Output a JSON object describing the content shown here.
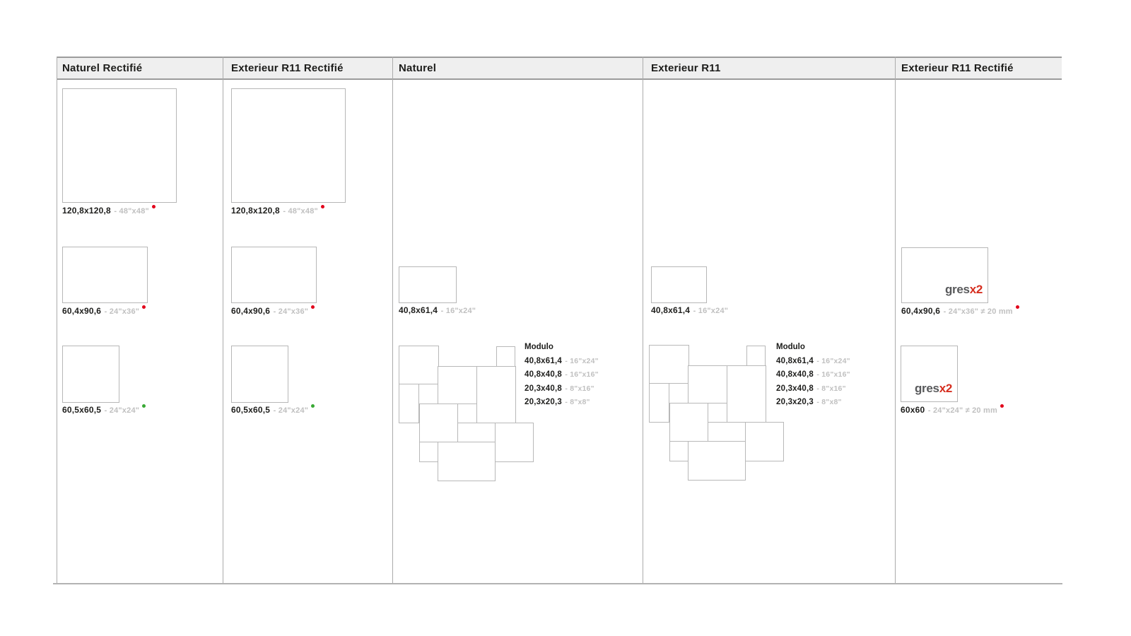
{
  "columns": [
    {
      "header": "Naturel Rectifié",
      "tiles": [
        {
          "size_cm": "120,8x120,8",
          "size_in": "- 48\"x48\"",
          "dot": "red"
        },
        {
          "size_cm": "60,4x90,6",
          "size_in": "- 24\"x36\"",
          "dot": "red"
        },
        {
          "size_cm": "60,5x60,5",
          "size_in": "- 24\"x24\"",
          "dot": "green"
        }
      ]
    },
    {
      "header": "Exterieur R11 Rectifié",
      "tiles": [
        {
          "size_cm": "120,8x120,8",
          "size_in": "- 48\"x48\"",
          "dot": "red"
        },
        {
          "size_cm": "60,4x90,6",
          "size_in": "- 24\"x36\"",
          "dot": "red"
        },
        {
          "size_cm": "60,5x60,5",
          "size_in": "- 24\"x24\"",
          "dot": "green"
        }
      ]
    },
    {
      "header": "Naturel",
      "tiles": [
        {
          "size_cm": "40,8x61,4",
          "size_in": "- 16\"x24\"",
          "dot": "none"
        }
      ]
    },
    {
      "header": "Exterieur R11",
      "tiles": [
        {
          "size_cm": "40,8x61,4",
          "size_in": "- 16\"x24\"",
          "dot": "none"
        }
      ]
    },
    {
      "header": "Exterieur R11 Rectifié",
      "tiles": [
        {
          "size_cm": "60,4x90,6",
          "size_in": "- 24\"x36\" ≠ 20 mm",
          "dot": "red"
        },
        {
          "size_cm": "60x60",
          "size_in": "- 24\"x24\" ≠ 20 mm",
          "dot": "red"
        }
      ]
    }
  ],
  "modulo": {
    "title": "Modulo",
    "sizes": [
      {
        "size_cm": "40,8x61,4",
        "size_in": "- 16\"x24\""
      },
      {
        "size_cm": "40,8x40,8",
        "size_in": "- 16\"x16\""
      },
      {
        "size_cm": "20,3x40,8",
        "size_in": "- 8\"x16\""
      },
      {
        "size_cm": "20,3x20,3",
        "size_in": "- 8\"x8\""
      }
    ]
  },
  "logo": {
    "gray": "gres",
    "red": "x2"
  },
  "colors": {
    "header_bg": "#efefef",
    "rule_gray": "#ababab",
    "tile_border": "#b7b7b7",
    "text": "#1d1d1b",
    "muted": "#c0c0c0",
    "red_dot": "#e2001a",
    "green_dot": "#39a935",
    "logo_gray": "#58595b",
    "logo_red": "#d62e1f"
  }
}
